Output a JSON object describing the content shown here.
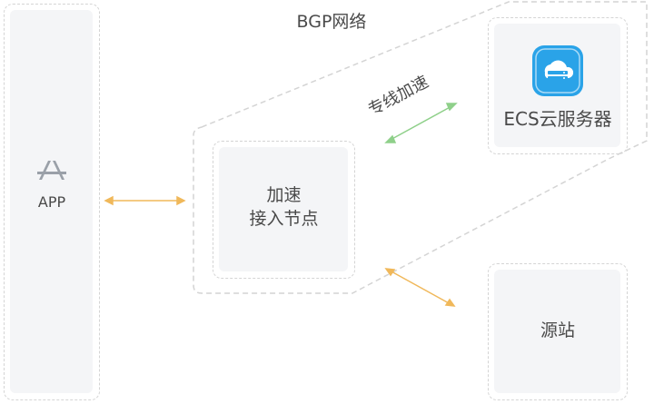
{
  "bgp_network": {
    "label": "BGP网络"
  },
  "app": {
    "label": "APP",
    "icon": "app-store-icon"
  },
  "access_node": {
    "line1": "加速",
    "line2": "接入节点"
  },
  "ecs": {
    "label": "ECS云服务器",
    "icon": "cloud-server-icon"
  },
  "origin": {
    "label": "源站"
  },
  "links": {
    "dedicated": {
      "label": "专线加速",
      "color": "#8fd08a"
    },
    "app_to_node": {
      "color": "#f0b85a"
    },
    "node_to_origin": {
      "color": "#f0b85a"
    }
  },
  "colors": {
    "ecs_icon_bg": "#2aa3e8",
    "dash": "#d4d4d4",
    "panel": "#f4f5f7"
  }
}
